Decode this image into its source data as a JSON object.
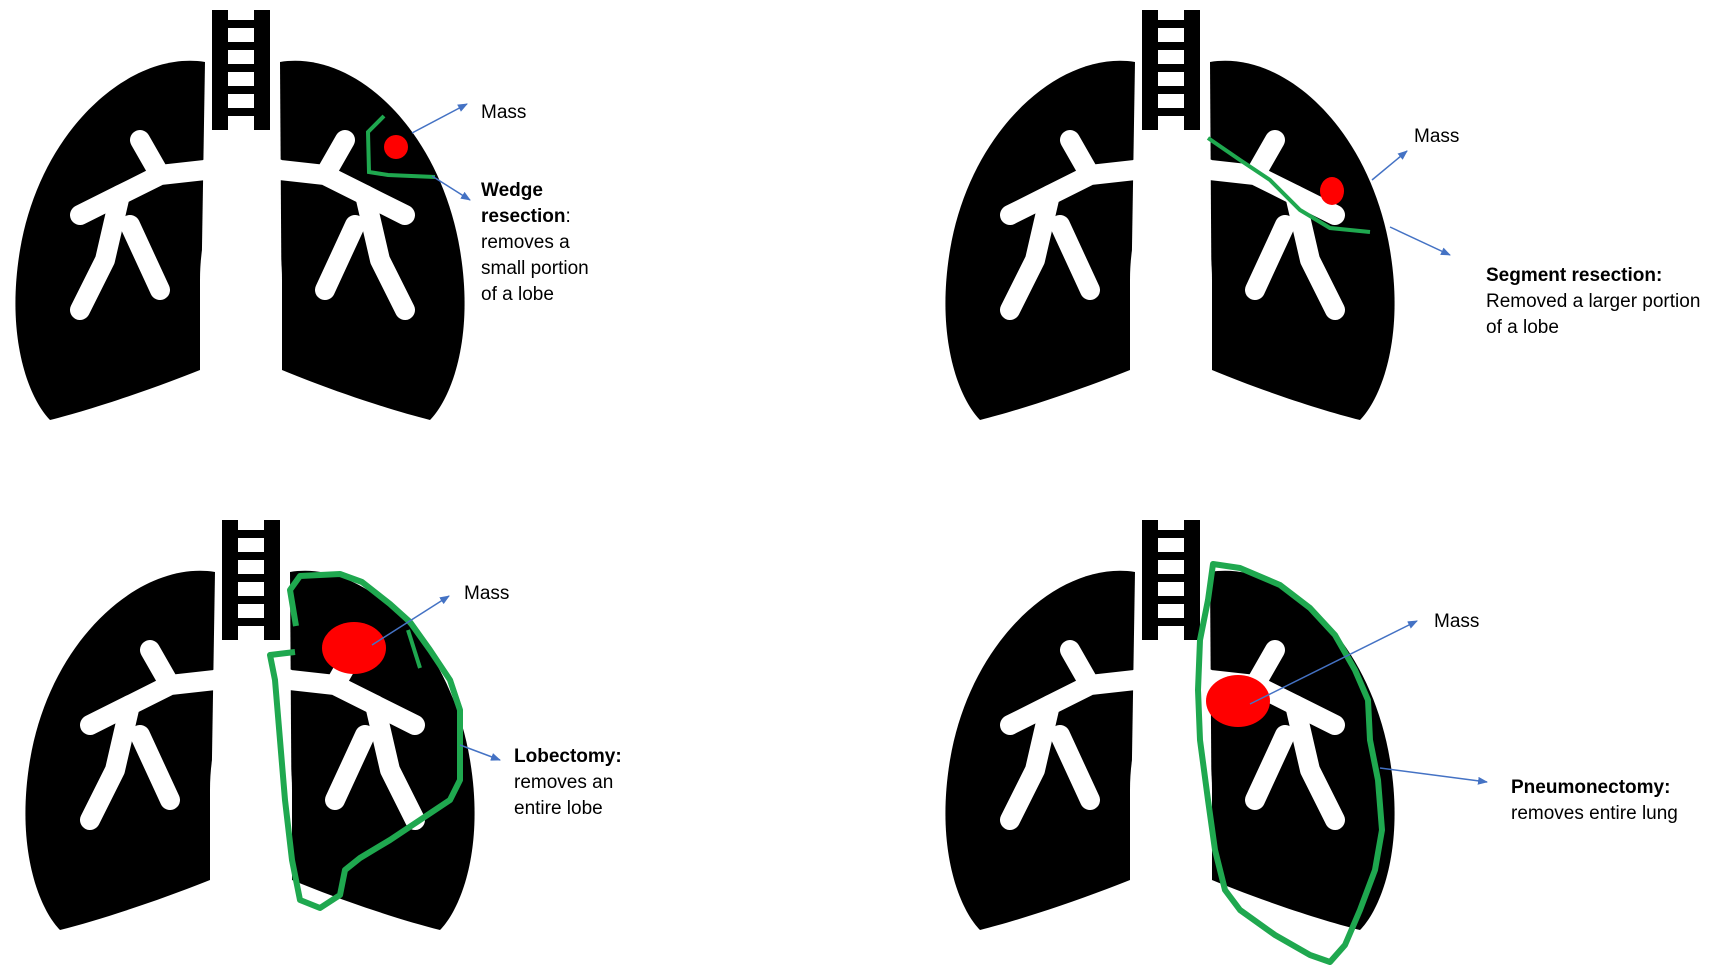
{
  "panels": {
    "wedge": {
      "mass_label": "Mass",
      "title": "Wedge resection",
      "description": "removes a small portion of a lobe"
    },
    "segment": {
      "mass_label": "Mass",
      "title": "Segment resection:",
      "description": "Removed a larger portion of a lobe"
    },
    "lobectomy": {
      "mass_label": "Mass",
      "title": "Lobectomy:",
      "description": "removes an entire lobe"
    },
    "pneumonectomy": {
      "mass_label": "Mass",
      "title": "Pneumonectomy:",
      "description": "removes entire lung"
    }
  },
  "colors": {
    "lung": "#000000",
    "airway": "#ffffff",
    "mass": "#ff0000",
    "resection_outline": "#1fa84f",
    "arrow": "#4472c4"
  }
}
